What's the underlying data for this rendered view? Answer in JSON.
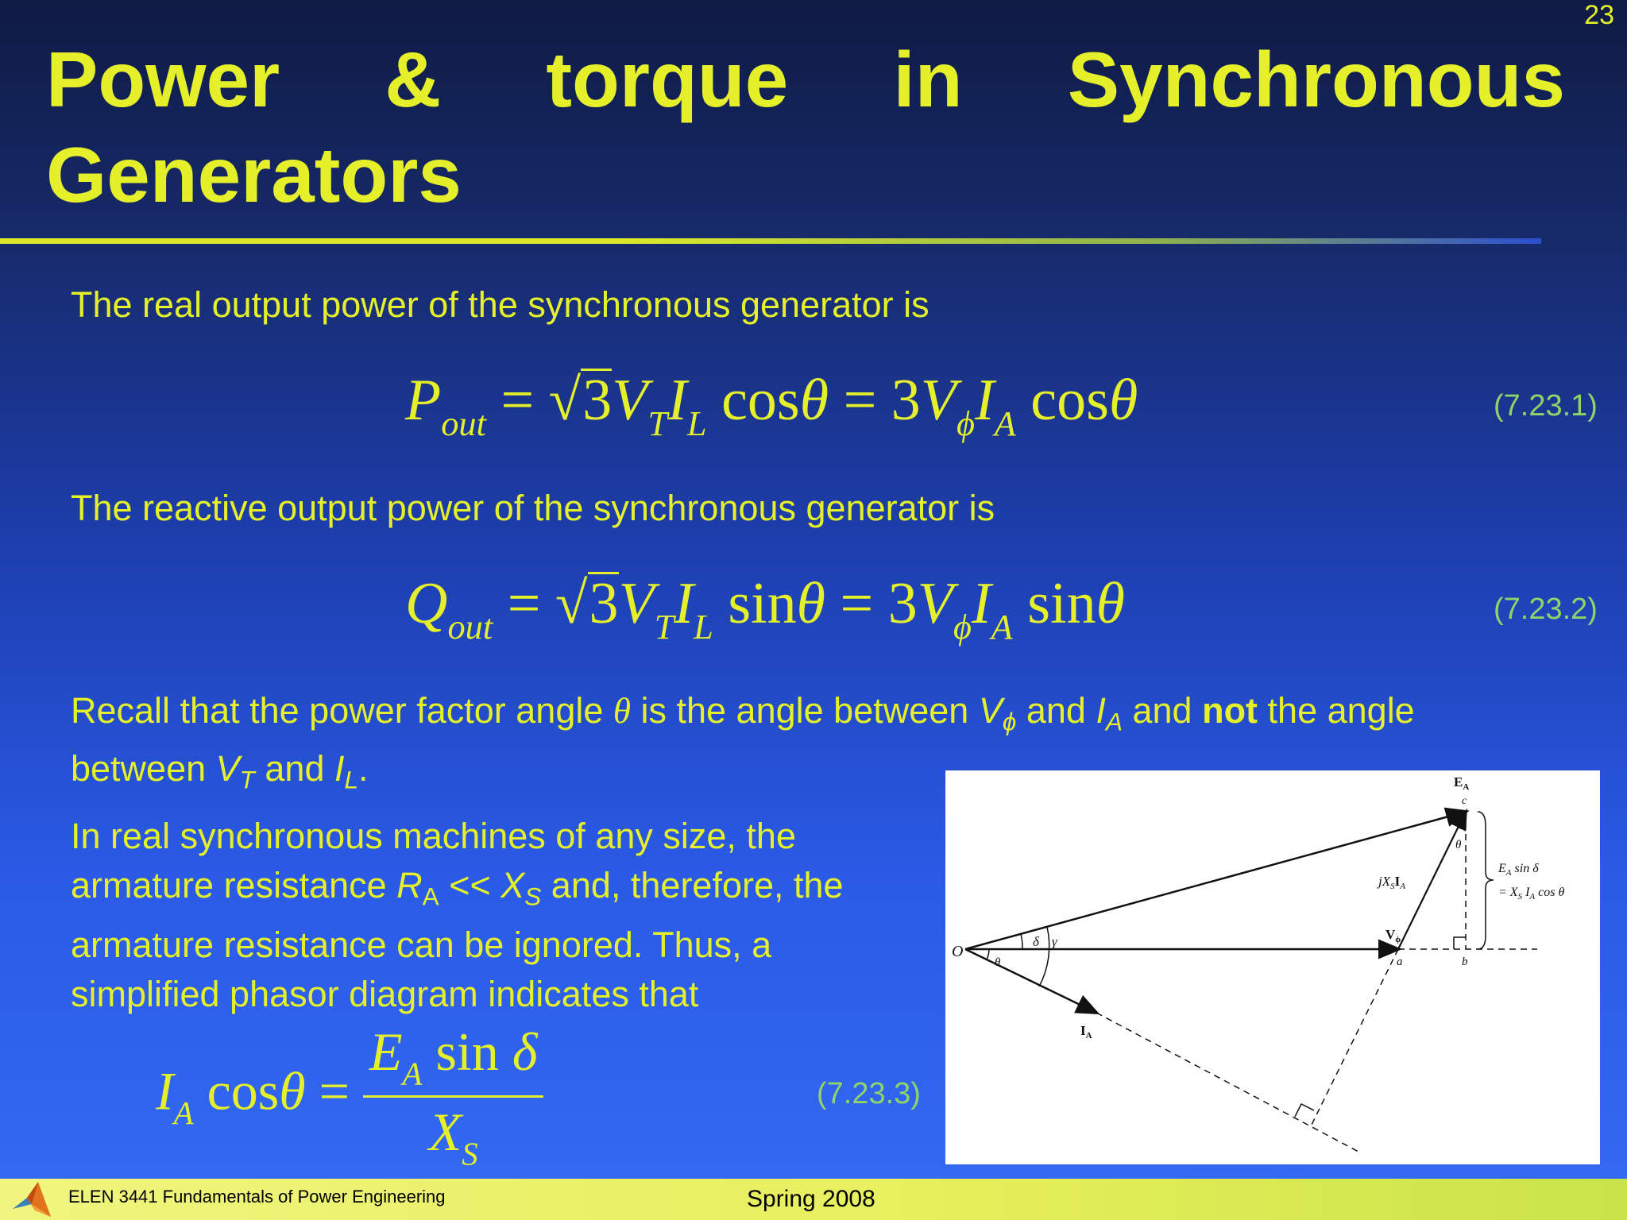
{
  "slide_number": "23",
  "title": "Power & torque in Synchronous Generators",
  "para1": "The real output power of the synchronous generator is",
  "eq1": {
    "lhs": "P",
    "lhs_sub": "out",
    "part1": "3",
    "mid": "V",
    "mid_sub1": "T",
    "i": "I",
    "i_sub": "L",
    "func": "cos",
    "angle": "θ",
    "part2": "= 3",
    "v2": "V",
    "v2_sub": "ϕ",
    "i2": "I",
    "i2_sub": "A",
    "number": "(7.23.1)"
  },
  "para2": "The reactive output power of the synchronous generator is",
  "eq2": {
    "lhs": "Q",
    "lhs_sub": "out",
    "func": "sin",
    "number": "(7.23.2)"
  },
  "para3": {
    "t1": "Recall that the power factor angle ",
    "theta": "θ",
    "t2": " is the angle between ",
    "v": "V",
    "v_sub": "ϕ",
    "t3": " and ",
    "i": "I",
    "i_sub": "A",
    "t4": " and ",
    "bold": "not",
    "t5": " the angle between ",
    "vt": "V",
    "vt_sub": "T",
    "t6": " and ",
    "il": "I",
    "il_sub": "L",
    "t7": "."
  },
  "para4": {
    "t1": "In real synchronous machines of any size, the armature resistance ",
    "r": "R",
    "r_sub": "A",
    "t2": " << ",
    "x": "X",
    "x_sub": "S",
    "t3": " and, therefore, the armature resistance can be ignored. Thus, a simplified phasor diagram indicates that"
  },
  "eq3": {
    "lhs": "I",
    "lhs_sub": "A",
    "func": "cos",
    "angle": "θ",
    "num_e": "E",
    "num_sub": "A",
    "num_func": "sin",
    "num_angle": "δ",
    "den": "X",
    "den_sub": "S",
    "number": "(7.23.3)"
  },
  "diagram": {
    "o": "O",
    "ea": "E",
    "ea_sub": "A",
    "c": "c",
    "va": "V",
    "va_sub": "ϕ",
    "ia": "I",
    "ia_sub": "A",
    "a": "a",
    "b": "b",
    "delta": "δ",
    "gamma": "γ",
    "theta": "θ",
    "jxs": "jX",
    "jxs_sub": "S",
    "jxs_i": "I",
    "jxs_i_sub": "A",
    "side1": "E",
    "side1_sub": "A",
    "side1_tail": " sin δ",
    "side2": "= X",
    "side2_sub": "S",
    "side2_mid": " I",
    "side2_sub2": "A",
    "side2_tail": " cos θ"
  },
  "footer": {
    "course": "ELEN 3441 Fundamentals of Power Engineering",
    "date": "Spring 2008"
  }
}
